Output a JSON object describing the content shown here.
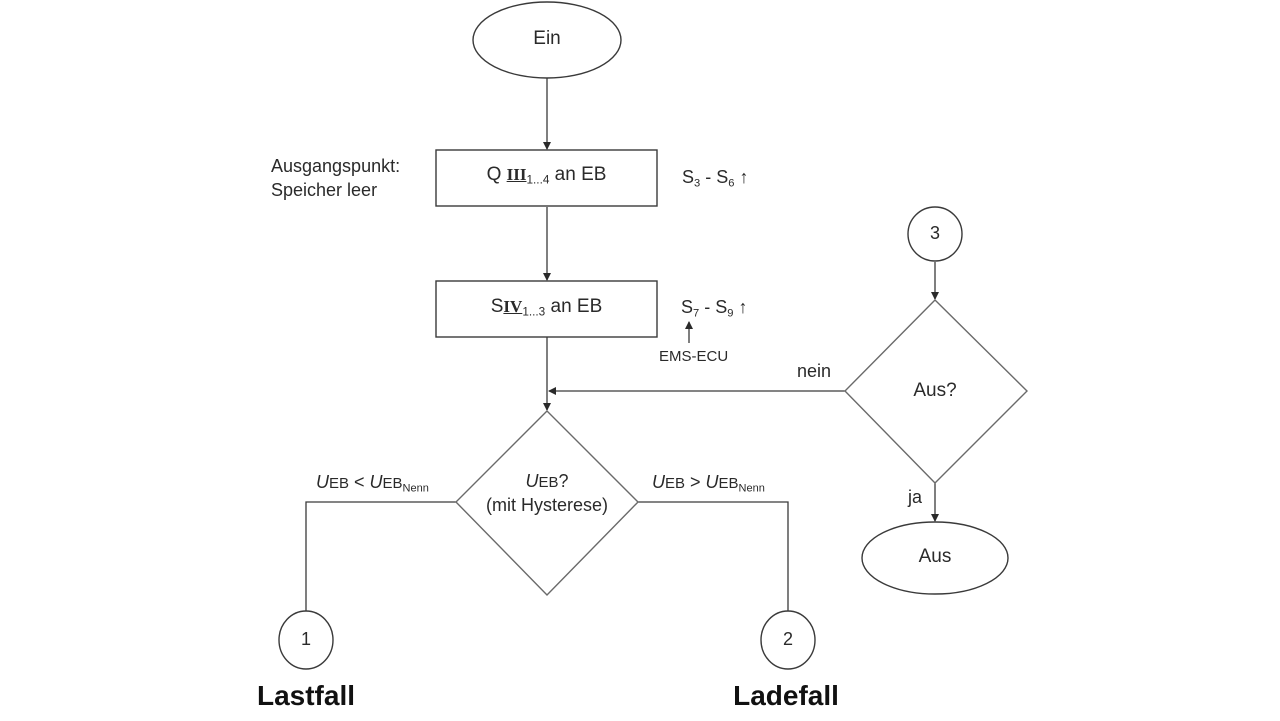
{
  "diagram": {
    "start": {
      "label": "Ein"
    },
    "note_start": {
      "line1": "Ausgangspunkt:",
      "line2": "Speicher leer"
    },
    "process1": {
      "prefix": "Q",
      "roman": "III",
      "sub": "1...4",
      "suffix": "an EB"
    },
    "process1_side": {
      "a": "S",
      "a_sub": "3",
      "sep": " - ",
      "b": "S",
      "b_sub": "6",
      "arrow": "↑"
    },
    "process2": {
      "prefix": "S",
      "roman": "IV",
      "sub": "1...3",
      "suffix": "an EB"
    },
    "process2_side": {
      "a": "S",
      "a_sub": "7",
      "sep": " - ",
      "b": "S",
      "b_sub": "9",
      "arrow": "↑",
      "source_arrow": "↑",
      "source": "EMS-ECU"
    },
    "decision_main": {
      "var": "U",
      "var_sub": "EB",
      "q": "?",
      "line2": "(mit Hysterese)"
    },
    "branch_left": {
      "u": "U",
      "eb": "EB",
      "op": " < ",
      "u2": "U",
      "eb2": "EB",
      "nenn": "Nenn"
    },
    "branch_right": {
      "u": "U",
      "eb": "EB",
      "op": " > ",
      "u2": "U",
      "eb2": "EB",
      "nenn": "Nenn"
    },
    "connector1": {
      "label": "1",
      "caption": "Lastfall"
    },
    "connector2": {
      "label": "2",
      "caption": "Ladefall"
    },
    "connector3": {
      "label": "3"
    },
    "decision_off": {
      "label": "Aus?",
      "no": "nein",
      "yes": "ja"
    },
    "end": {
      "label": "Aus"
    }
  }
}
